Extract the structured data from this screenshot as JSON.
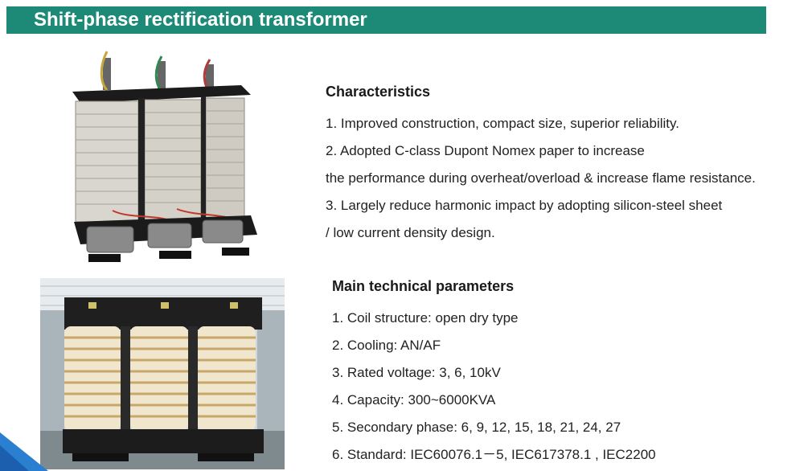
{
  "title": "Shift-phase rectification transformer",
  "colors": {
    "title_bar": "#1d8a78",
    "title_text": "#ffffff",
    "body_text": "#222222"
  },
  "characteristics": {
    "heading": "Characteristics",
    "lines": [
      "1.  Improved construction, compact size, superior reliability.",
      "2.  Adopted C-class Dupont Nomex paper to increase",
      "the performance during overheat/overload & increase flame resistance.",
      "3. Largely reduce harmonic impact by adopting silicon-steel sheet",
      "/ low current density design."
    ]
  },
  "parameters": {
    "heading": "Main technical parameters",
    "lines": [
      "1. Coil structure: open dry type",
      "2. Cooling: AN/AF",
      "3. Rated voltage: 3, 6, 10kV",
      "4. Capacity: 300~6000KVA",
      "5. Secondary phase: 6, 9, 12, 15, 18, 21, 24, 27",
      "6. Standard: IEC60076.1－5, IEC617378.1 , IEC2200"
    ]
  }
}
